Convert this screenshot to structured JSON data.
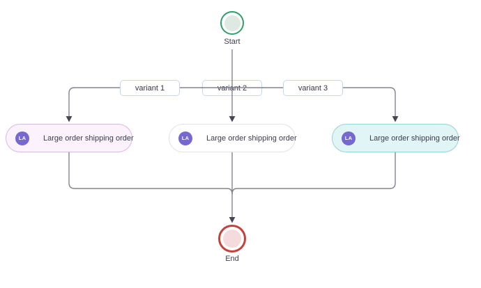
{
  "diagram": {
    "type": "process-flow",
    "start": {
      "label": "Start",
      "ring_color": "#2f9e6b",
      "fill_color": "#dfe9e3"
    },
    "end": {
      "label": "End",
      "ring_color": "#c5413a",
      "fill_color": "#f3dcdb"
    },
    "gateways": [
      {
        "label": "variant 1"
      },
      {
        "label": "variant 2"
      },
      {
        "label": "variant 3"
      }
    ],
    "tasks": [
      {
        "badge": "LA",
        "label": "Large order shipping order",
        "bg": "#fbf2fb",
        "border": "#dab8e5"
      },
      {
        "badge": "LA",
        "label": "Large order shipping order",
        "bg": "#ffffff",
        "border": "#e3e3e6"
      },
      {
        "badge": "LA",
        "label": "Large order shipping order",
        "bg": "#e2f5f6",
        "border": "#96d3d6"
      }
    ],
    "badge_color": "#7668d0",
    "line_color": "#83838f",
    "arrow_color": "#474753",
    "gateway_border_color": "#c7d6f2"
  }
}
